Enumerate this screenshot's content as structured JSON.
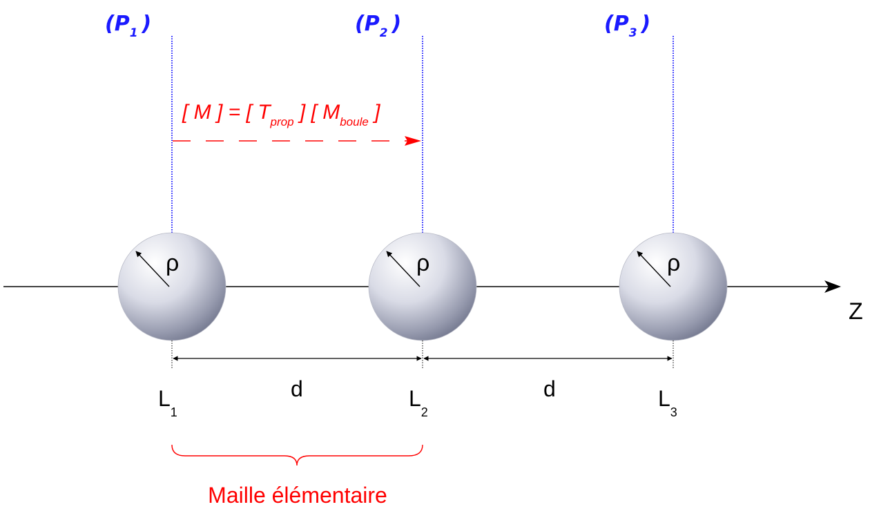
{
  "planes": [
    {
      "main": "(P",
      "sub": "1",
      "close": ")"
    },
    {
      "main": "(P",
      "sub": "2",
      "close": ")"
    },
    {
      "main": "(P",
      "sub": "3",
      "close": ")"
    }
  ],
  "formula": {
    "part1": "[ M ] = [ T",
    "sub1": "prop",
    "part2": " ] [ M",
    "sub2": "boule",
    "part3": " ]"
  },
  "spheres": [
    {
      "radius_label": "ρ"
    },
    {
      "radius_label": "ρ"
    },
    {
      "radius_label": "ρ"
    }
  ],
  "distances": [
    {
      "label": "d"
    },
    {
      "label": "d"
    }
  ],
  "lenses": [
    {
      "main": "L",
      "sub": "1"
    },
    {
      "main": "L",
      "sub": "2"
    },
    {
      "main": "L",
      "sub": "3"
    }
  ],
  "axis": {
    "label": "Z"
  },
  "unit_cell": {
    "label": "Maille élémentaire"
  },
  "colors": {
    "plane_blue": "#1a1aff",
    "formula_red": "#ff0000",
    "sphere_light": "#ffffff",
    "sphere_dark": "#6a6f86",
    "line_black": "#000000"
  }
}
